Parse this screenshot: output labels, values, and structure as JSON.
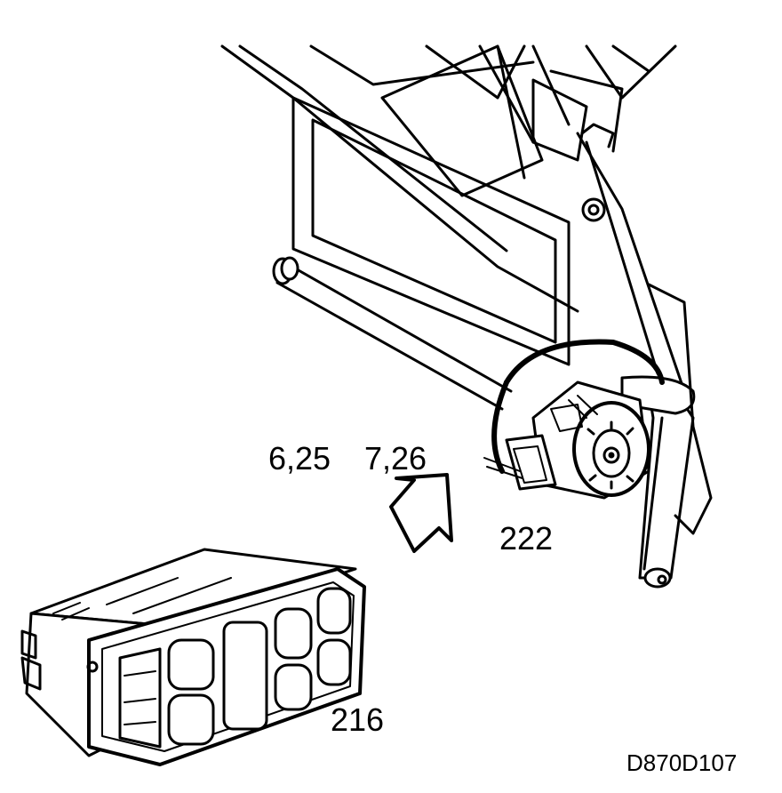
{
  "labels": {
    "ref_a": "6,25",
    "ref_b": "7,26",
    "motor": "222",
    "panel": "216",
    "drawing_code": "D870D107"
  },
  "colors": {
    "ink": "#000000",
    "paper": "#ffffff"
  }
}
